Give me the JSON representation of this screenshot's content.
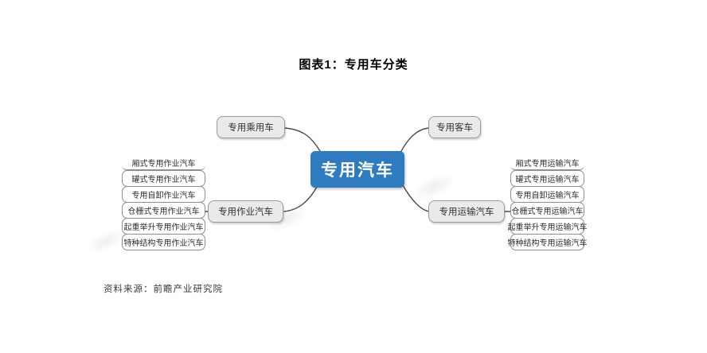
{
  "title": "图表1：专用车分类",
  "footer": "资料来源：前瞻产业研究院",
  "colors": {
    "center_bg": "#2e7cbf",
    "center_text": "#ffffff",
    "branch_bg": "#eaeaea",
    "branch_border": "#9a9a9a",
    "leaf_border": "#8f8f8f",
    "connector_line": "#4a4a4a"
  },
  "center_node": {
    "label": "专用汽车"
  },
  "branches": {
    "top_left": {
      "label": "专用乘用车"
    },
    "top_right": {
      "label": "专用客车"
    },
    "left": {
      "label": "专用作业汽车"
    },
    "right": {
      "label": "专用运输汽车"
    }
  },
  "left_children": [
    "厢式专用作业汽车",
    "罐式专用作业汽车",
    "专用自卸作业汽车",
    "仓栅式专用作业汽车",
    "起重举升专用作业汽车",
    "特种结构专用作业汽车"
  ],
  "right_children": [
    "厢式专用运输汽车",
    "罐式专用运输汽车",
    "专用自卸运输汽车",
    "仓栅式专用运输汽车",
    "起重举升专用运输汽车",
    "特种结构专用运输汽车"
  ]
}
